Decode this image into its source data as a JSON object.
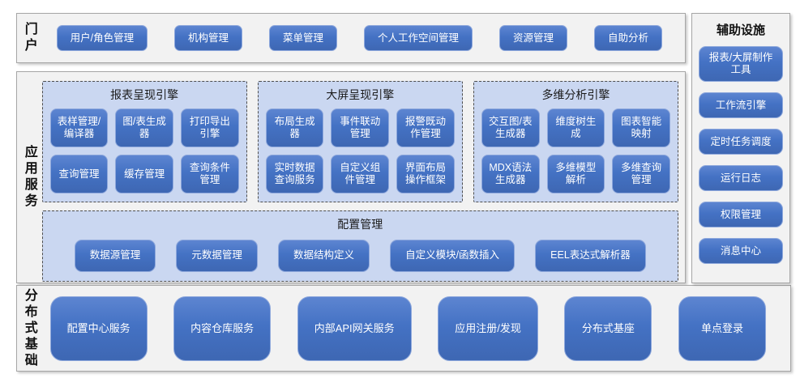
{
  "colors": {
    "node_blue": "#4472c4",
    "node_border": "#8ea8dc",
    "group_bg": "#cad7f1",
    "group_dash": "#4d4d4d",
    "panel_bg": "#f2f2f2",
    "panel_border": "#a6a6a6",
    "node_text": "#ffffff",
    "label_text": "#111111"
  },
  "portal": {
    "label": "门户",
    "items": [
      "用户/角色管理",
      "机构管理",
      "菜单管理",
      "个人工作空间管理",
      "资源管理",
      "自助分析"
    ]
  },
  "app_services": {
    "label": "应用服务",
    "engines": [
      {
        "title": "报表呈现引擎",
        "items": [
          "表样管理/编译器",
          "图/表生成器",
          "打印导出引擎",
          "查询管理",
          "缓存管理",
          "查询条件管理"
        ]
      },
      {
        "title": "大屏呈现引擎",
        "items": [
          "布局生成器",
          "事件联动管理",
          "报警既动作管理",
          "实时数据查询服务",
          "自定义组件管理",
          "界面布局操作框架"
        ]
      },
      {
        "title": "多维分析引擎",
        "items": [
          "交互图/表生成器",
          "维度树生成",
          "图表智能映射",
          "MDX语法生成器",
          "多维模型解析",
          "多维查询管理"
        ]
      }
    ],
    "config": {
      "title": "配置管理",
      "items": [
        "数据源管理",
        "元数据管理",
        "数据结构定义",
        "自定义模块/函数插入",
        "EEL表达式解析器"
      ]
    }
  },
  "distributed": {
    "label": "分布式基础",
    "items": [
      "配置中心服务",
      "内容仓库服务",
      "内部API网关服务",
      "应用注册/发现",
      "分布式基座",
      "单点登录"
    ]
  },
  "auxiliary": {
    "label": "辅助设施",
    "items": [
      "报表/大屏制作工具",
      "工作流引擎",
      "定时任务调度",
      "运行日志",
      "权限管理",
      "消息中心"
    ]
  }
}
